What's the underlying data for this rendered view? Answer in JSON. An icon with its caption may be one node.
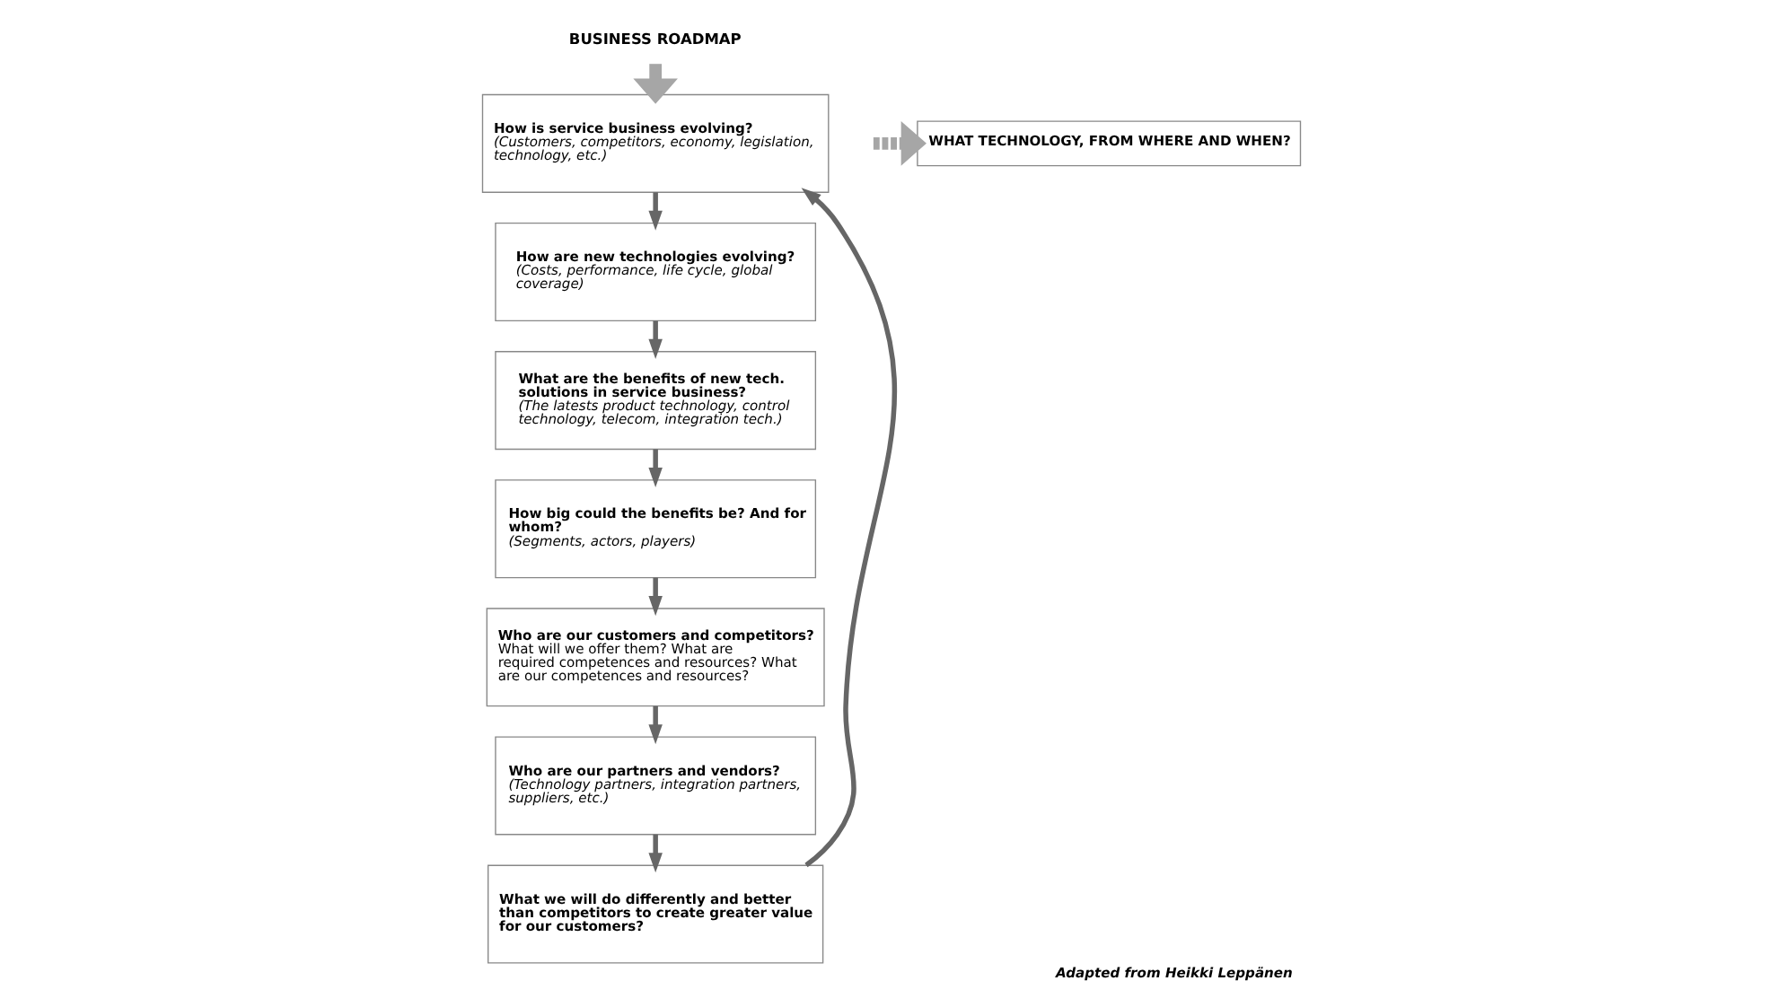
{
  "diagram": {
    "caption": "Adapted from Heikki Leppänen",
    "nodes": [
      {
        "text": [
          "BUSINESS ROADMAP"
        ]
      },
      {
        "text": [
          "How is service business evolving?",
          "(Customers, competitors, economy, legislation, technology, etc.)"
        ]
      },
      {
        "text": [
          "How are new technologies evolving?",
          "(Costs, performance, life cycle, global coverage)"
        ]
      },
      {
        "text": [
          "What are the benefits of new tech. solutions in service business?",
          "(The latests product technology, control technology, telecom, integration tech.)"
        ]
      },
      {
        "text": [
          "How big could the benefits be? And for whom?",
          "(Segments, actors, players)"
        ]
      },
      {
        "text": [
          "**Who are our customers and competitors?** What will we offer them? What are required competences and resources? What are our competences and resources?"
        ]
      },
      {
        "text": [
          "Who are our partners and vendors?",
          "(Technology partners, integration partners, suppliers, etc.)"
        ]
      },
      {
        "text": [
          "What we will do differently and better than competitors to create greater value for our customers?"
        ]
      },
      {
        "text": [
          "WHAT TECHNOLOGY, FROM WHERE AND WHEN?"
        ]
      }
    ],
    "edges": [
      {
        "from": 0,
        "to": 1,
        "arrow": "to",
        "style": "thick",
        "color": "#a6a6a6"
      },
      {
        "from": 1,
        "to": 2,
        "arrow": "to"
      },
      {
        "from": 2,
        "to": 3,
        "arrow": "to"
      },
      {
        "from": 3,
        "to": 4,
        "arrow": "to"
      },
      {
        "from": 4,
        "to": 5,
        "arrow": "to"
      },
      {
        "from": 5,
        "to": 6,
        "arrow": "to"
      },
      {
        "from": 6,
        "to": 7,
        "arrow": "to"
      },
      {
        "from": 7,
        "to": 1,
        "arrow": "to"
      },
      {
        "from": null,
        "to": 8,
        "arrow": "to",
        "style": "dashed",
        "color": "#a6a6a6"
      }
    ]
  }
}
